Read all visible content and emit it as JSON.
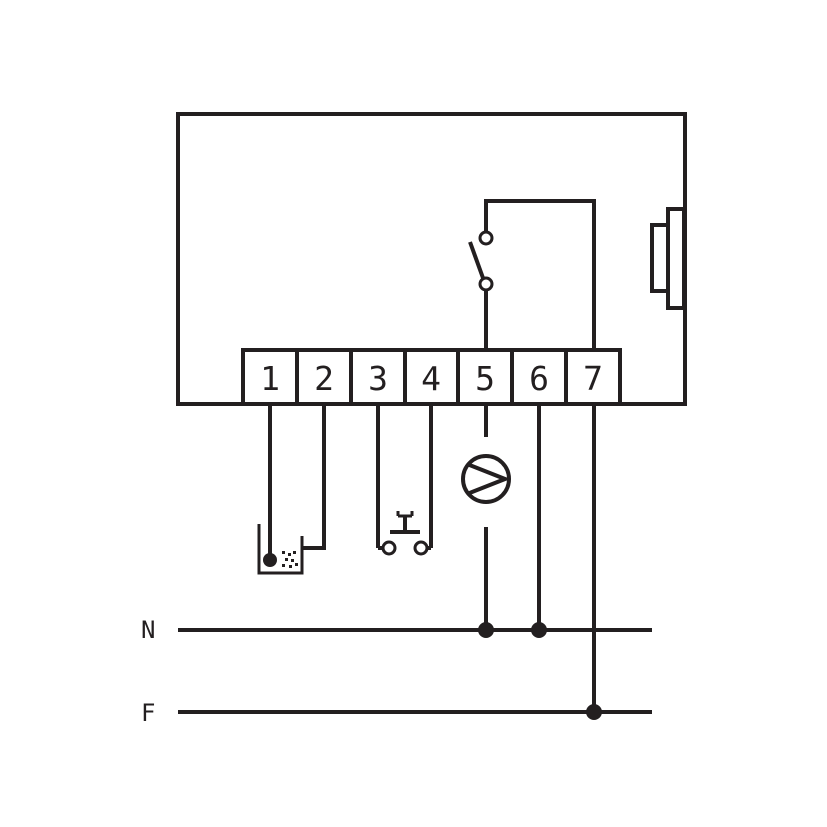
{
  "terminals": [
    "1",
    "2",
    "3",
    "4",
    "5",
    "6",
    "7"
  ],
  "lines": {
    "neutral": "N",
    "phase": "F"
  },
  "icons": {
    "controller": "controller-box-icon",
    "relay": "relay-switch-icon",
    "connector": "side-connector-icon",
    "probe": "level-probe-icon",
    "button": "pushbutton-icon",
    "pump": "pump-icon"
  },
  "colors": {
    "ink": "#231f20",
    "background": "#ffffff"
  }
}
